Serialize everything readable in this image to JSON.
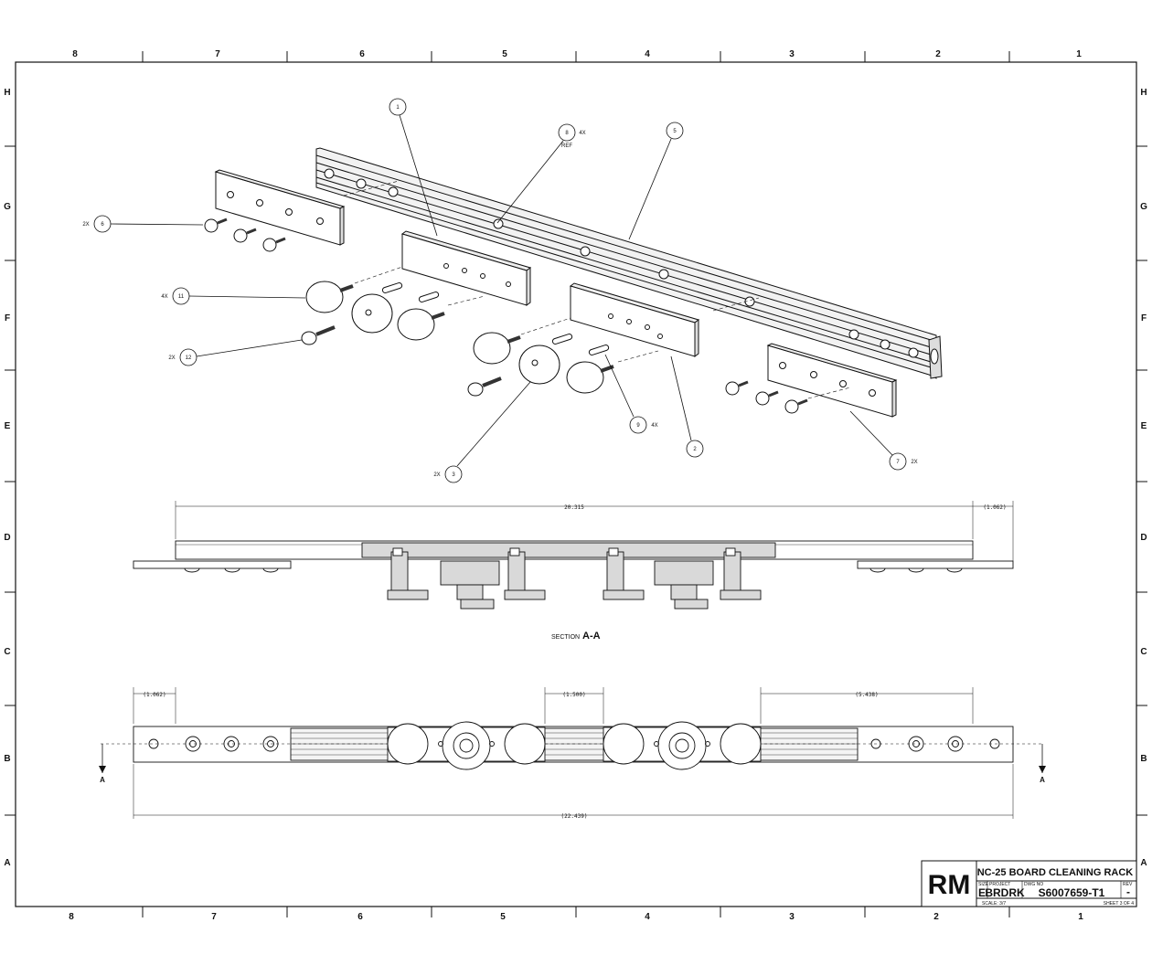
{
  "zones": {
    "columns": [
      "8",
      "7",
      "6",
      "5",
      "4",
      "3",
      "2",
      "1"
    ],
    "rows": [
      "H",
      "G",
      "F",
      "E",
      "D",
      "C",
      "B",
      "A"
    ]
  },
  "balloons": [
    {
      "num": "1",
      "qty": ""
    },
    {
      "num": "8",
      "qty": "4X",
      "note": "REF"
    },
    {
      "num": "5",
      "qty": ""
    },
    {
      "num": "6",
      "qty": "2X"
    },
    {
      "num": "11",
      "qty": "4X"
    },
    {
      "num": "12",
      "qty": "2X"
    },
    {
      "num": "9",
      "qty": "4X"
    },
    {
      "num": "2",
      "qty": ""
    },
    {
      "num": "7",
      "qty": "2X"
    },
    {
      "num": "3",
      "qty": "2X"
    }
  ],
  "section_view": {
    "label_prefix": "SECTION",
    "label_name": "A-A",
    "dimensions": [
      "20.315",
      "(1.062)"
    ]
  },
  "plan_view": {
    "dimensions": [
      "(1.062)",
      "(1.500)",
      "(5.438)",
      "(22.439)"
    ],
    "cut_labels": [
      "A",
      "A"
    ]
  },
  "title_block": {
    "logo": "RM",
    "title": "NC-25 BOARD CLEANING RACK",
    "size_label": "SIZE",
    "size": "E",
    "project_label": "PROJECT",
    "project": "BRDRK",
    "dwg_label": "DWG NO",
    "dwg_no": "S6007659-T1",
    "rev_label": "REV",
    "rev": "-",
    "scale": "SCALE: 3/7",
    "sheet": "SHEET 3 OF 4"
  }
}
